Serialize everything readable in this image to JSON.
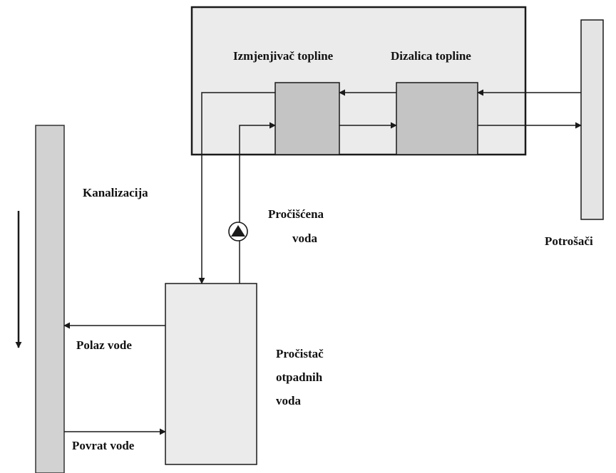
{
  "labels": {
    "heat_exchanger": "Izmjenjivač topline",
    "heat_pump": "Dizalica topline",
    "sewer": "Kanalizacija",
    "purified_water_line1": "Pročišćena",
    "purified_water_line2": "voda",
    "consumers": "Potrošači",
    "water_outflow": "Polaz vode",
    "treatment_plant_line1": "Pročistač",
    "treatment_plant_line2": "otpadnih",
    "treatment_plant_line3": "voda",
    "water_return": "Povrat vode"
  },
  "colors": {
    "enclosure_fill": "#ebebeb",
    "component_fill": "#c4c4c4",
    "pipe_bar_fill": "#d2d2d2",
    "plant_fill": "#ebebeb",
    "stroke": "#1a1a1a"
  }
}
